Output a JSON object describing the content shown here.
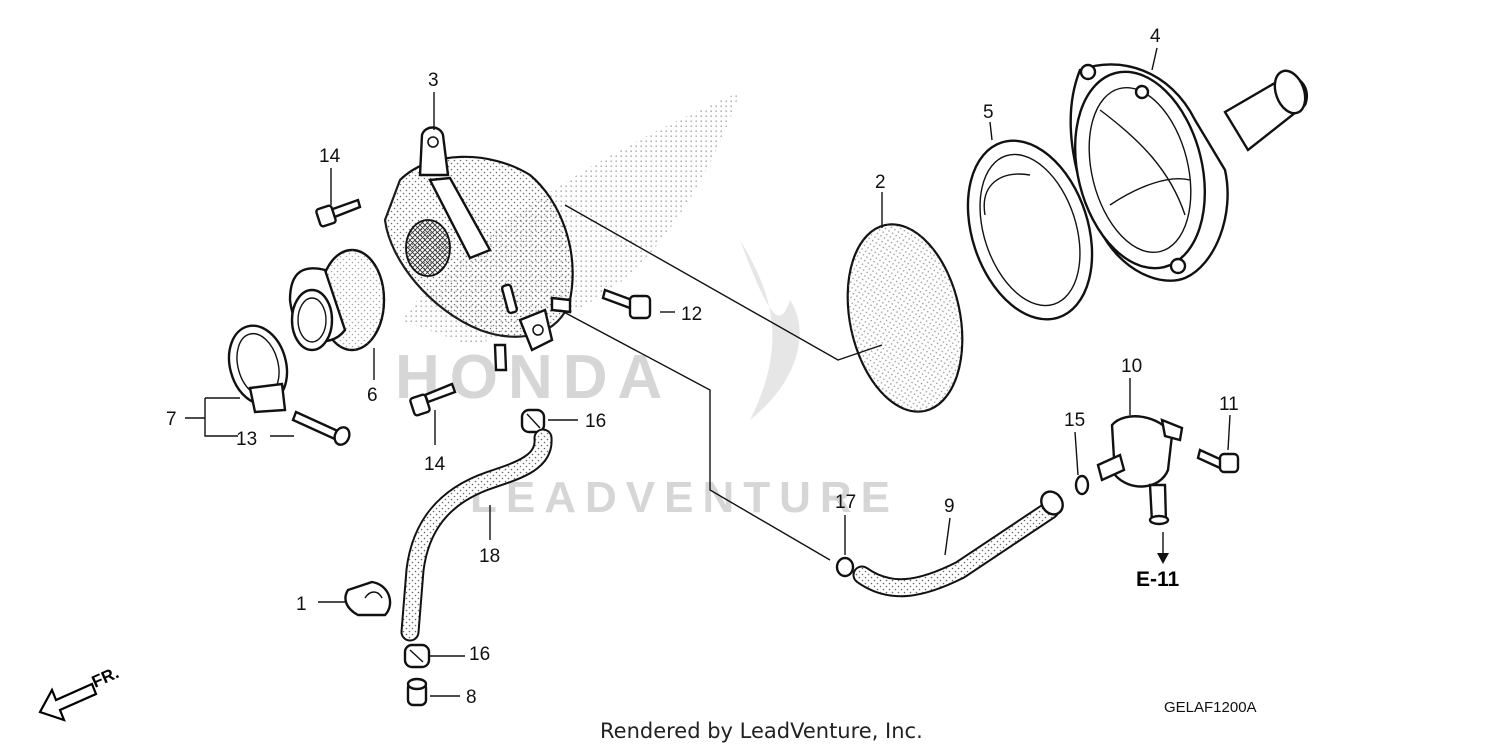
{
  "watermark": {
    "brand": "HONDA",
    "dealer": "LEADVENTURE"
  },
  "callouts": {
    "c1": "1",
    "c2": "2",
    "c3": "3",
    "c4": "4",
    "c5": "5",
    "c6": "6",
    "c7": "7",
    "c8": "8",
    "c9": "9",
    "c10": "10",
    "c11": "11",
    "c12": "12",
    "c13": "13",
    "c14a": "14",
    "c14b": "14",
    "c15": "15",
    "c16a": "16",
    "c16b": "16",
    "c17": "17",
    "c18": "18"
  },
  "reference": "E-11",
  "direction": "FR.",
  "diagram_code": "GELAF1200A",
  "footer": "Rendered by LeadVenture, Inc.",
  "icons": [
    "front-direction-arrow-icon"
  ]
}
